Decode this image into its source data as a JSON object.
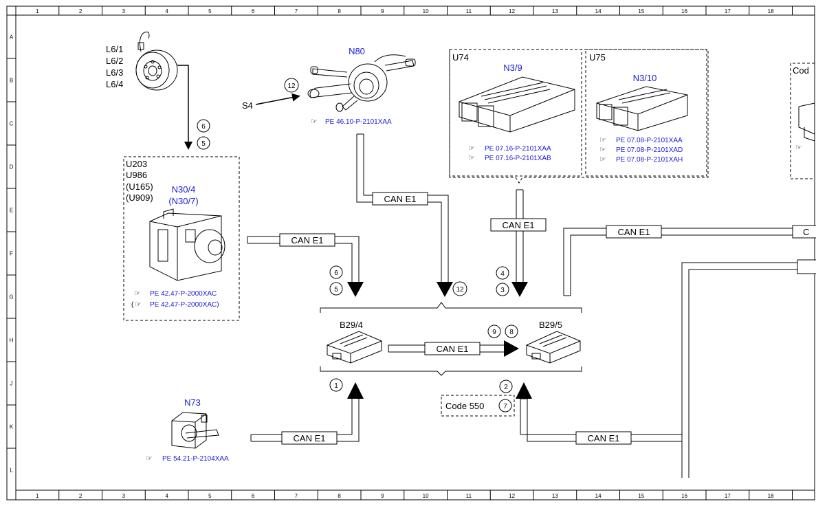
{
  "frame": {
    "columns": [
      "1",
      "2",
      "3",
      "4",
      "5",
      "6",
      "7",
      "8",
      "9",
      "10",
      "11",
      "12",
      "13",
      "14",
      "15",
      "16",
      "17",
      "18"
    ],
    "rows": [
      "A",
      "B",
      "C",
      "D",
      "E",
      "F",
      "G",
      "H",
      "J",
      "K",
      "L"
    ]
  },
  "components": {
    "l6": {
      "lines": [
        "L6/1",
        "L6/2",
        "L6/3",
        "L6/4"
      ]
    },
    "n80": {
      "name": "N80",
      "ref": "PE 46.10-P-2101XAA",
      "s4": "S4",
      "callout": "12"
    },
    "u74": {
      "group": "U74",
      "name": "N3/9",
      "refs": [
        "PE 07.16-P-2101XAA",
        "PE 07.16-P-2101XAB"
      ]
    },
    "u75": {
      "group": "U75",
      "name": "N3/10",
      "refs": [
        "PE 07.08-P-2101XAA",
        "PE 07.08-P-2101XAD",
        "PE 07.08-P-2101XAH"
      ]
    },
    "codebox": {
      "label": "Cod"
    },
    "u203": {
      "lines": [
        "U203",
        "U986",
        "(U165)",
        "(U909)"
      ],
      "name1": "N30/4",
      "name2": "(N30/7)",
      "ref1": "PE 42.47-P-2000XAC",
      "ref2": "PE 42.47-P-2000XAC)",
      "ref2_prefix": "("
    },
    "b294": {
      "name": "B29/4"
    },
    "b295": {
      "name": "B29/5"
    },
    "n73": {
      "name": "N73",
      "ref": "PE 54.21-P-2104XAA"
    },
    "code550": {
      "label": "Code 550",
      "callout": "7"
    }
  },
  "can_labels": {
    "n80": "CAN E1",
    "u74": "CAN E1",
    "right": "CAN E1",
    "right_edge": "C",
    "u203": "CAN E1",
    "mid": "CAN E1",
    "n73": "CAN E1",
    "bottom": "CAN E1"
  },
  "callouts": {
    "l6_a": "6",
    "l6_b": "5",
    "u203_a": "6",
    "u203_b": "5",
    "n80": "12",
    "u74_a": "4",
    "u74_b": "3",
    "mid_a": "9",
    "mid_b": "8",
    "n73": "1",
    "bottom_a": "2"
  }
}
